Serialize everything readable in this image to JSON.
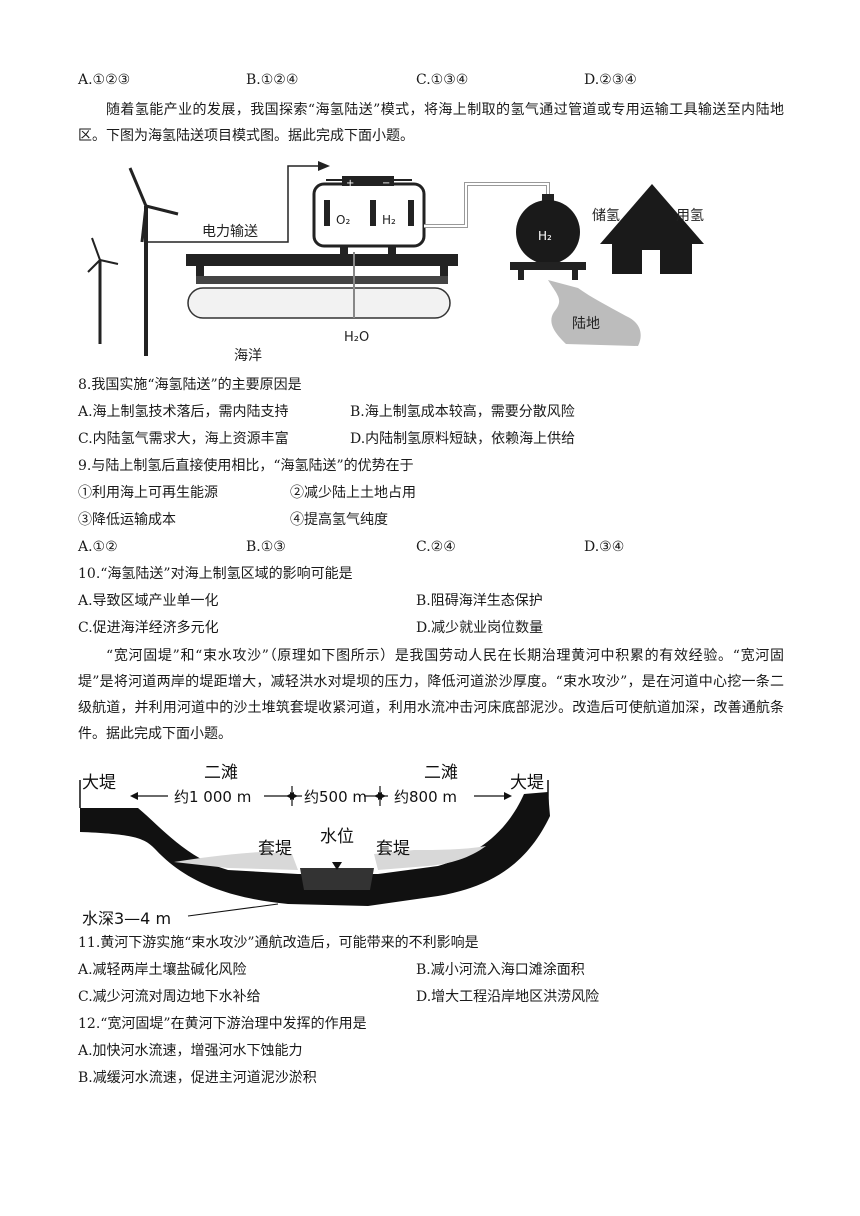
{
  "q7": {
    "options": [
      "A.①②③",
      "B.①②④",
      "C.①③④",
      "D.②③④"
    ]
  },
  "passage1": "随着氢能产业的发展，我国探索“海氢陆送”模式，将海上制取的氢气通过管道或专用运输工具输送至内陆地区。下图为海氢陆送项目模式图。据此完成下面小题。",
  "figure1": {
    "power_label": "电力输送",
    "storage_label": "储氢",
    "use_label": "用氢",
    "land_label": "陆地",
    "ocean_label": "海洋",
    "water_label": "H₂O",
    "o2_label": "O₂",
    "h2_label": "H₂",
    "tank_label": "H₂",
    "plus": "+",
    "minus": "−"
  },
  "q8": {
    "stem": "8.我国实施“海氢陆送”的主要原因是",
    "options": [
      "A.海上制氢技术落后，需内陆支持",
      "B.海上制氢成本较高，需要分散风险",
      "C.内陆氢气需求大，海上资源丰富",
      "D.内陆制氢原料短缺，依赖海上供给"
    ]
  },
  "q9": {
    "stem": "9.与陆上制氢后直接使用相比，“海氢陆送”的优势在于",
    "items": [
      "①利用海上可再生能源",
      "②减少陆上土地占用",
      "③降低运输成本",
      "④提高氢气纯度"
    ],
    "options": [
      "A.①②",
      "B.①③",
      "C.②④",
      "D.③④"
    ]
  },
  "q10": {
    "stem": "10.“海氢陆送”对海上制氢区域的影响可能是",
    "options": [
      "A.导致区域产业单一化",
      "B.阻碍海洋生态保护",
      "C.促进海洋经济多元化",
      "D.减少就业岗位数量"
    ]
  },
  "passage2": "“宽河固堤”和“束水攻沙”（原理如下图所示）是我国劳动人民在长期治理黄河中积累的有效经验。“宽河固堤”是将河道两岸的堤距增大，减轻洪水对堤坝的压力，降低河道淤沙厚度。“束水攻沙”，是在河道中心挖一条二级航道，并利用河道中的沙土堆筑套堤收紧河道，利用水流冲击河床底部泥沙。改造后可使航道加深，改善通航条件。据此完成下面小题。",
  "figure2": {
    "levee_left": "大堤",
    "levee_right": "大堤",
    "shoal_left": "二滩",
    "shoal_right": "二滩",
    "dist_left": "约1 000 m",
    "dist_mid": "约500 m",
    "dist_right": "约800 m",
    "water_level": "水位",
    "dike_left": "套堤",
    "dike_right": "套堤",
    "depth": "水深3—4 m"
  },
  "q11": {
    "stem": "11.黄河下游实施“束水攻沙”通航改造后，可能带来的不利影响是",
    "options": [
      "A.减轻两岸土壤盐碱化风险",
      "B.减小河流入海口滩涂面积",
      "C.减少河流对周边地下水补给",
      "D.增大工程沿岸地区洪涝风险"
    ]
  },
  "q12": {
    "stem": "12.“宽河固堤”在黄河下游治理中发挥的作用是",
    "options": [
      "A.加快河水流速，增强河水下蚀能力",
      "B.减缓河水流速，促进主河道泥沙淤积"
    ]
  }
}
